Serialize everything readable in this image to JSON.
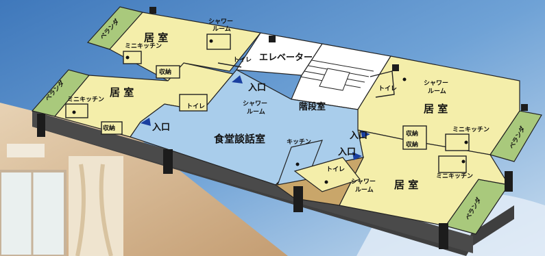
{
  "colors": {
    "sky": "#5b8fc9",
    "room_yellow": "#f4eeaa",
    "veranda_green": "#a9c97c",
    "common_blue": "#a9cdeb",
    "elevator_white": "#ffffff",
    "kitchen_tan": "#c9a66a",
    "outline": "#222222"
  },
  "labels": {
    "room": "居 室",
    "room2": "居 室",
    "room3": "居 室",
    "room4": "居 室",
    "elevator": "エレベーター",
    "stairs": "階段室",
    "dining": "食堂談話室",
    "kitchen": "キッチン",
    "entrance": "入口",
    "toilet": "トイレ",
    "shower_1": "シャワー",
    "shower_2": "ルーム",
    "storage": "収納",
    "mini_kitchen": "ミニキッチン",
    "veranda": "ベランダ"
  }
}
